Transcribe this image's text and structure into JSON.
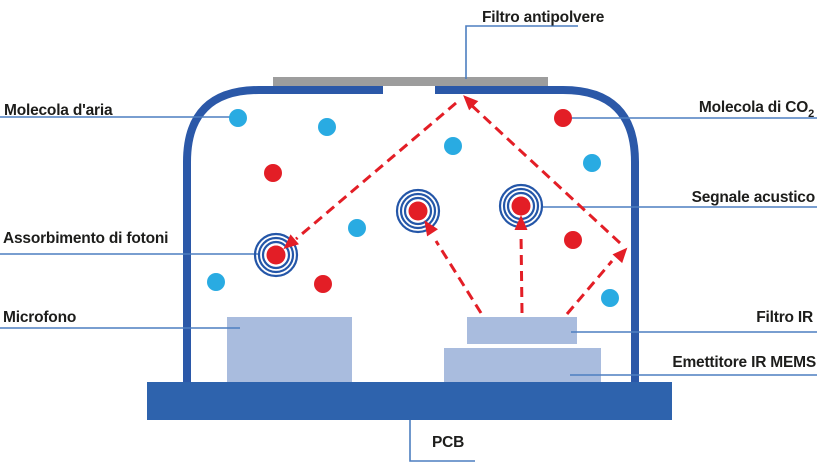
{
  "diagram": {
    "labels": {
      "dust_filter": "Filtro antipolvere",
      "air_molecule": "Molecola d'aria",
      "co2_molecule": "Molecola di CO",
      "co2_subscript": "2",
      "acoustic_signal": "Segnale acustico",
      "photon_absorption": "Assorbimento di fotoni",
      "microphone": "Microfono",
      "ir_filter": "Filtro IR",
      "ir_emitter": "Emettitore IR MEMS",
      "pcb": "PCB"
    },
    "colors": {
      "wall": "#2b58a8",
      "pcb": "#2e63ad",
      "component": "#a9bcde",
      "dust_filter": "#9d9d9d",
      "co2_red": "#e31e26",
      "air_blue": "#29abe2",
      "ring_blue": "#2456a8",
      "beam_red": "#e31e26",
      "leader_blue": "#4d7ec0",
      "text": "#1d1d1b"
    }
  }
}
